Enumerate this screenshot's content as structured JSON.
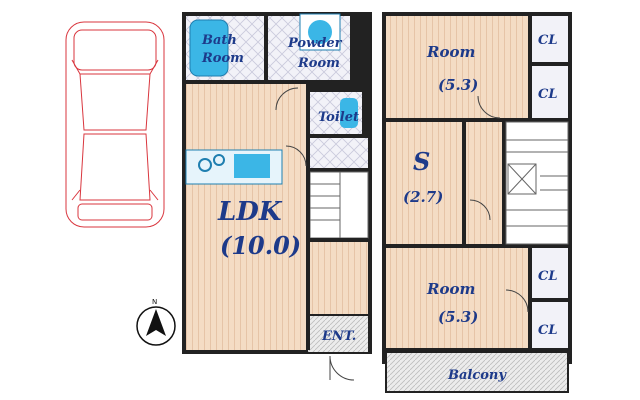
{
  "first_floor": {
    "bath_room": [
      "Bath",
      "Room"
    ],
    "powder_room": [
      "Powder",
      "Room"
    ],
    "toilet": "Toilet",
    "ldk": "LDK",
    "ldk_size": "(10.0)",
    "entrance": "ENT."
  },
  "second_floor": {
    "room_top": "Room",
    "room_top_size": "(5.3)",
    "storage": "S",
    "storage_size": "(2.7)",
    "room_bottom": "Room",
    "room_bottom_size": "(5.3)",
    "closet_label": "CL",
    "balcony": "Balcony"
  },
  "compass": {
    "label": "N"
  },
  "colors": {
    "wall": "#222222",
    "floor": "#f3d9c0",
    "floor_line": "#d9b08f",
    "label": "#1d3a8a",
    "car": "#d9363e",
    "fixture": "#3bb6e6"
  }
}
